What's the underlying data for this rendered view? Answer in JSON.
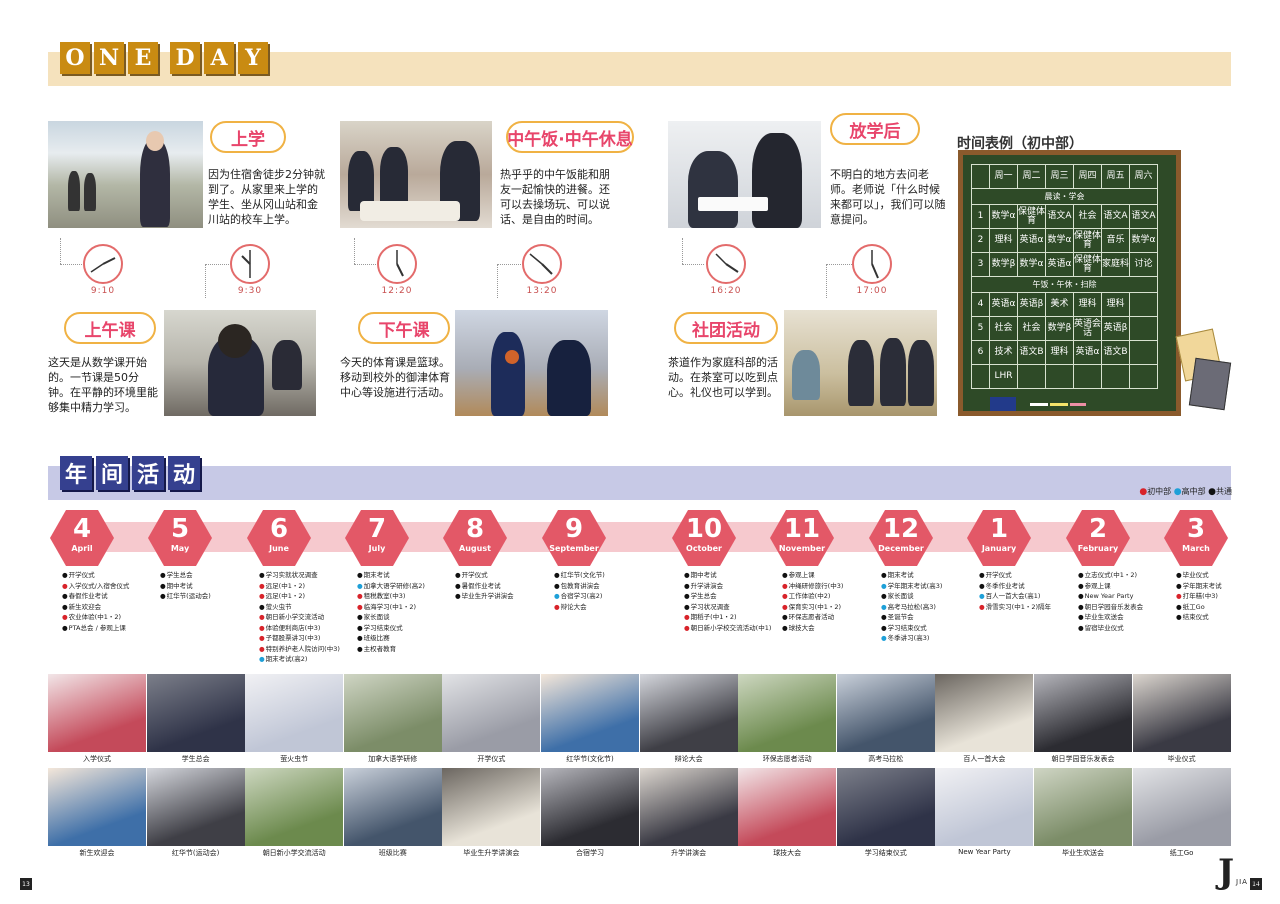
{
  "header": {
    "letters": [
      "O",
      "N",
      "E",
      "D",
      "A",
      "Y"
    ]
  },
  "moments": [
    {
      "title": "上学",
      "time": "9:10",
      "text": "因为住宿舍徒步2分钟就到了。从家里来上学的学生、坐从冈山站和金川站的校车上学。"
    },
    {
      "title": "上午课",
      "time": "9:30",
      "text": "这天是从数学课开始的。一节课是50分钟。在平静的环境里能够集中精力学习。"
    },
    {
      "title": "中午饭·中午休息",
      "time": "12:20",
      "text": "热乎乎的中午饭能和朋友一起愉快的进餐。还可以去操场玩、可以说话、是自由的时间。"
    },
    {
      "title": "下午课",
      "time": "13:20",
      "text": "今天的体育课是篮球。移动到校外的御津体育中心等设施进行活动。"
    },
    {
      "title": "放学后",
      "time": "16:20",
      "text": "不明白的地方去问老师。老师说「什么时候来都可以」，我们可以随意提问。"
    },
    {
      "title": "社团活动",
      "time": "17:00",
      "text": "茶道作为家庭科部的活动。在茶室可以吃到点心。礼仪也可以学到。"
    }
  ],
  "timetable": {
    "title": "时间表例（初中部）",
    "days": [
      "周一",
      "周二",
      "周三",
      "周四",
      "周五",
      "周六"
    ],
    "morning": "晨读・学会",
    "lunch": "午饭・午休・扫除",
    "rows": [
      {
        "n": "1",
        "c": [
          "数学α",
          "保健体育",
          "语文A",
          "社会",
          "语文A",
          "语文A"
        ]
      },
      {
        "n": "2",
        "c": [
          "理科",
          "英语α",
          "数学α",
          "保健体育",
          "音乐",
          "数学α"
        ]
      },
      {
        "n": "3",
        "c": [
          "数学β",
          "数学α",
          "英语α",
          "保健体育",
          "家庭科",
          "讨论"
        ]
      },
      {
        "n": "4",
        "c": [
          "英语α",
          "英语β",
          "美术",
          "理科",
          "理科",
          ""
        ]
      },
      {
        "n": "5",
        "c": [
          "社会",
          "社会",
          "数学β",
          "英语会话",
          "英语β",
          ""
        ]
      },
      {
        "n": "6",
        "c": [
          "技术",
          "语文B",
          "理科",
          "英语α",
          "语文B",
          ""
        ]
      },
      {
        "n": "",
        "c": [
          "LHR",
          "",
          "",
          "",
          "",
          ""
        ]
      }
    ]
  },
  "year": {
    "letters": [
      "年",
      "间",
      "活",
      "动"
    ],
    "legend": {
      "junior": "初中部",
      "senior": "高中部",
      "both": "共通"
    },
    "months": [
      {
        "num": "4",
        "en": "April",
        "events": [
          [
            "c",
            "开学仪式"
          ],
          [
            "m",
            "入学仪式/入宿舍仪式"
          ],
          [
            "c",
            "春假作业考试"
          ],
          [
            "c",
            "新生欢迎会"
          ],
          [
            "m",
            "农业体验(中1・2)"
          ],
          [
            "c",
            "PTA总会 / 参观上课"
          ]
        ]
      },
      {
        "num": "5",
        "en": "May",
        "events": [
          [
            "c",
            "学生总会"
          ],
          [
            "c",
            "期中考试"
          ],
          [
            "c",
            "红华节(运动会)"
          ]
        ]
      },
      {
        "num": "6",
        "en": "June",
        "events": [
          [
            "c",
            "学习实就状况调查"
          ],
          [
            "m",
            "远足(中1・2)"
          ],
          [
            "m",
            "远足(中1・2)"
          ],
          [
            "c",
            "萤火虫节"
          ],
          [
            "m",
            "朝日新小学交流活动"
          ],
          [
            "m",
            "体验便利商店(中3)"
          ],
          [
            "m",
            "子都股票讲习(中3)"
          ],
          [
            "m",
            "特别养护老人院访问(中3)"
          ],
          [
            "h",
            "期末考试(高2)"
          ]
        ]
      },
      {
        "num": "7",
        "en": "July",
        "events": [
          [
            "c",
            "期末考试"
          ],
          [
            "h",
            "加拿大语学研修(高2)"
          ],
          [
            "m",
            "租税教室(中3)"
          ],
          [
            "m",
            "临海学习(中1・2)"
          ],
          [
            "c",
            "家长面谈"
          ],
          [
            "c",
            "学习结束仪式"
          ],
          [
            "c",
            "班级比赛"
          ],
          [
            "c",
            "主权者教育"
          ]
        ]
      },
      {
        "num": "8",
        "en": "August",
        "events": [
          [
            "c",
            "开学仪式"
          ],
          [
            "c",
            "暑假作业考试"
          ],
          [
            "c",
            "毕业生升学讲演会"
          ]
        ]
      },
      {
        "num": "9",
        "en": "September",
        "events": [
          [
            "c",
            "红华节(文化节)"
          ],
          [
            "c",
            "包教育讲演会"
          ],
          [
            "h",
            "合宿学习(高2)"
          ],
          [
            "m",
            "辩论大会"
          ]
        ]
      },
      {
        "num": "10",
        "en": "October",
        "events": [
          [
            "c",
            "期中考试"
          ],
          [
            "c",
            "升学讲演会"
          ],
          [
            "c",
            "学生总会"
          ],
          [
            "c",
            "学习状况调查"
          ],
          [
            "m",
            "期稻子(中1・2)"
          ],
          [
            "m",
            "朝日新小学校交流活动(中1)"
          ]
        ]
      },
      {
        "num": "11",
        "en": "November",
        "events": [
          [
            "c",
            "参观上课"
          ],
          [
            "m",
            "冲绳研修旅行(中3)"
          ],
          [
            "m",
            "工作体验(中2)"
          ],
          [
            "m",
            "保育实习(中1・2)"
          ],
          [
            "c",
            "环保志愿者活动"
          ],
          [
            "c",
            "球技大会"
          ]
        ]
      },
      {
        "num": "12",
        "en": "December",
        "events": [
          [
            "c",
            "期末考试"
          ],
          [
            "h",
            "学年期末考试(高3)"
          ],
          [
            "c",
            "家长面谈"
          ],
          [
            "h",
            "高考马拉松(高3)"
          ],
          [
            "c",
            "圣诞节会"
          ],
          [
            "c",
            "学习结束仪式"
          ],
          [
            "h",
            "冬季讲习(高3)"
          ]
        ]
      },
      {
        "num": "1",
        "en": "January",
        "events": [
          [
            "c",
            "开学仪式"
          ],
          [
            "c",
            "冬季作业考试"
          ],
          [
            "h",
            "百人一首大会(高1)"
          ],
          [
            "m",
            "滑雪实习(中1・2)隔年"
          ]
        ]
      },
      {
        "num": "2",
        "en": "February",
        "events": [
          [
            "c",
            "立志仪式(中1・2)"
          ],
          [
            "c",
            "参观上课"
          ],
          [
            "c",
            "New Year Party"
          ],
          [
            "c",
            "朝日学园音乐发表会"
          ],
          [
            "c",
            "毕业生欢送会"
          ],
          [
            "c",
            "留宿毕业仪式"
          ]
        ]
      },
      {
        "num": "3",
        "en": "March",
        "events": [
          [
            "c",
            "毕业仪式"
          ],
          [
            "c",
            "学年期末考试"
          ],
          [
            "m",
            "打年糕(中3)"
          ],
          [
            "c",
            "纸工Go"
          ],
          [
            "c",
            "结束仪式"
          ]
        ]
      }
    ],
    "row1": [
      "入学仪式",
      "学生总会",
      "萤火虫节",
      "加拿大语学研修",
      "开学仪式",
      "红华节(文化节)",
      "辩论大会",
      "环保志愿者活动",
      "高考马拉松",
      "百人一首大会",
      "朝日学园音乐发表会",
      "毕业仪式"
    ],
    "row2": [
      "新生欢迎会",
      "红华节(运动会)",
      "朝日新小学交流活动",
      "班级比赛",
      "毕业生升学讲演会",
      "合宿学习",
      "升学讲演会",
      "球技大会",
      "学习结束仪式",
      "New Year Party",
      "毕业生欢送会",
      "纸工Go"
    ]
  },
  "pages": {
    "left": "13",
    "right": "14"
  },
  "logo": {
    "mark": "J",
    "sub": "JIA YI"
  }
}
